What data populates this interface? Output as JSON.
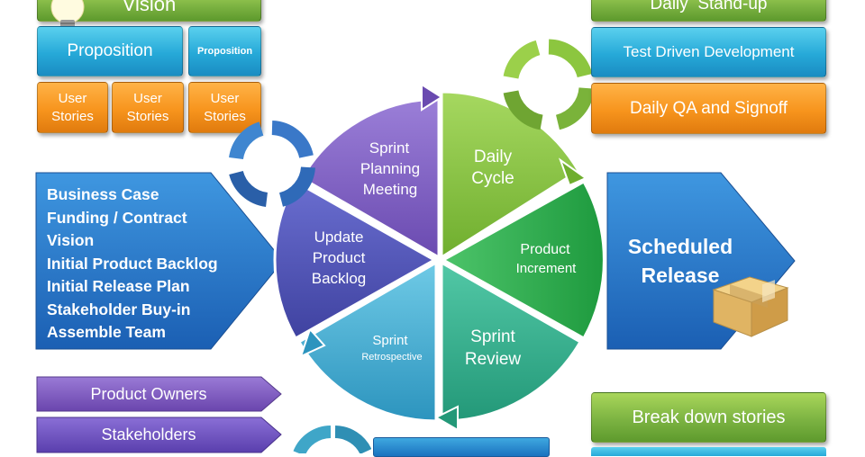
{
  "left": {
    "vision": "Vision",
    "proposition_large": "Proposition",
    "proposition_small": "Proposition",
    "user_story_1": "User Stories",
    "user_story_2": "User Stories",
    "user_story_3": "User Stories",
    "inputs": [
      "Business Case",
      "Funding / Contract",
      "Vision",
      "Initial Product Backlog",
      "Initial Release Plan",
      "Stakeholder Buy-in",
      "Assemble Team"
    ],
    "roles": [
      "Product Owners",
      "Stakeholders"
    ]
  },
  "cycle": {
    "planning": [
      "Sprint",
      "Planning",
      "Meeting"
    ],
    "daily": [
      "Daily",
      "Cycle"
    ],
    "increment": [
      "Product",
      "Increment"
    ],
    "review": [
      "Sprint",
      "Review"
    ],
    "retro": [
      "Sprint",
      "Retrospective"
    ],
    "backlog": [
      "Update",
      "Product",
      "Backlog"
    ]
  },
  "right": {
    "standup": "Daily  Stand-up",
    "tdd": "Test Driven Development",
    "qa": "Daily QA and Signoff",
    "release": [
      "Scheduled",
      "Release"
    ],
    "breakdown": "Break down stories"
  },
  "colors": {
    "green": "#7cb342",
    "blue": "#26a9d8",
    "orange": "#f7941d",
    "purple": "#7b5cb8",
    "navy": "#4e54b4",
    "teal": "#3fa6c8",
    "sea": "#2fb08a",
    "lime": "#8cc63f",
    "emerald": "#2e9d4a"
  }
}
